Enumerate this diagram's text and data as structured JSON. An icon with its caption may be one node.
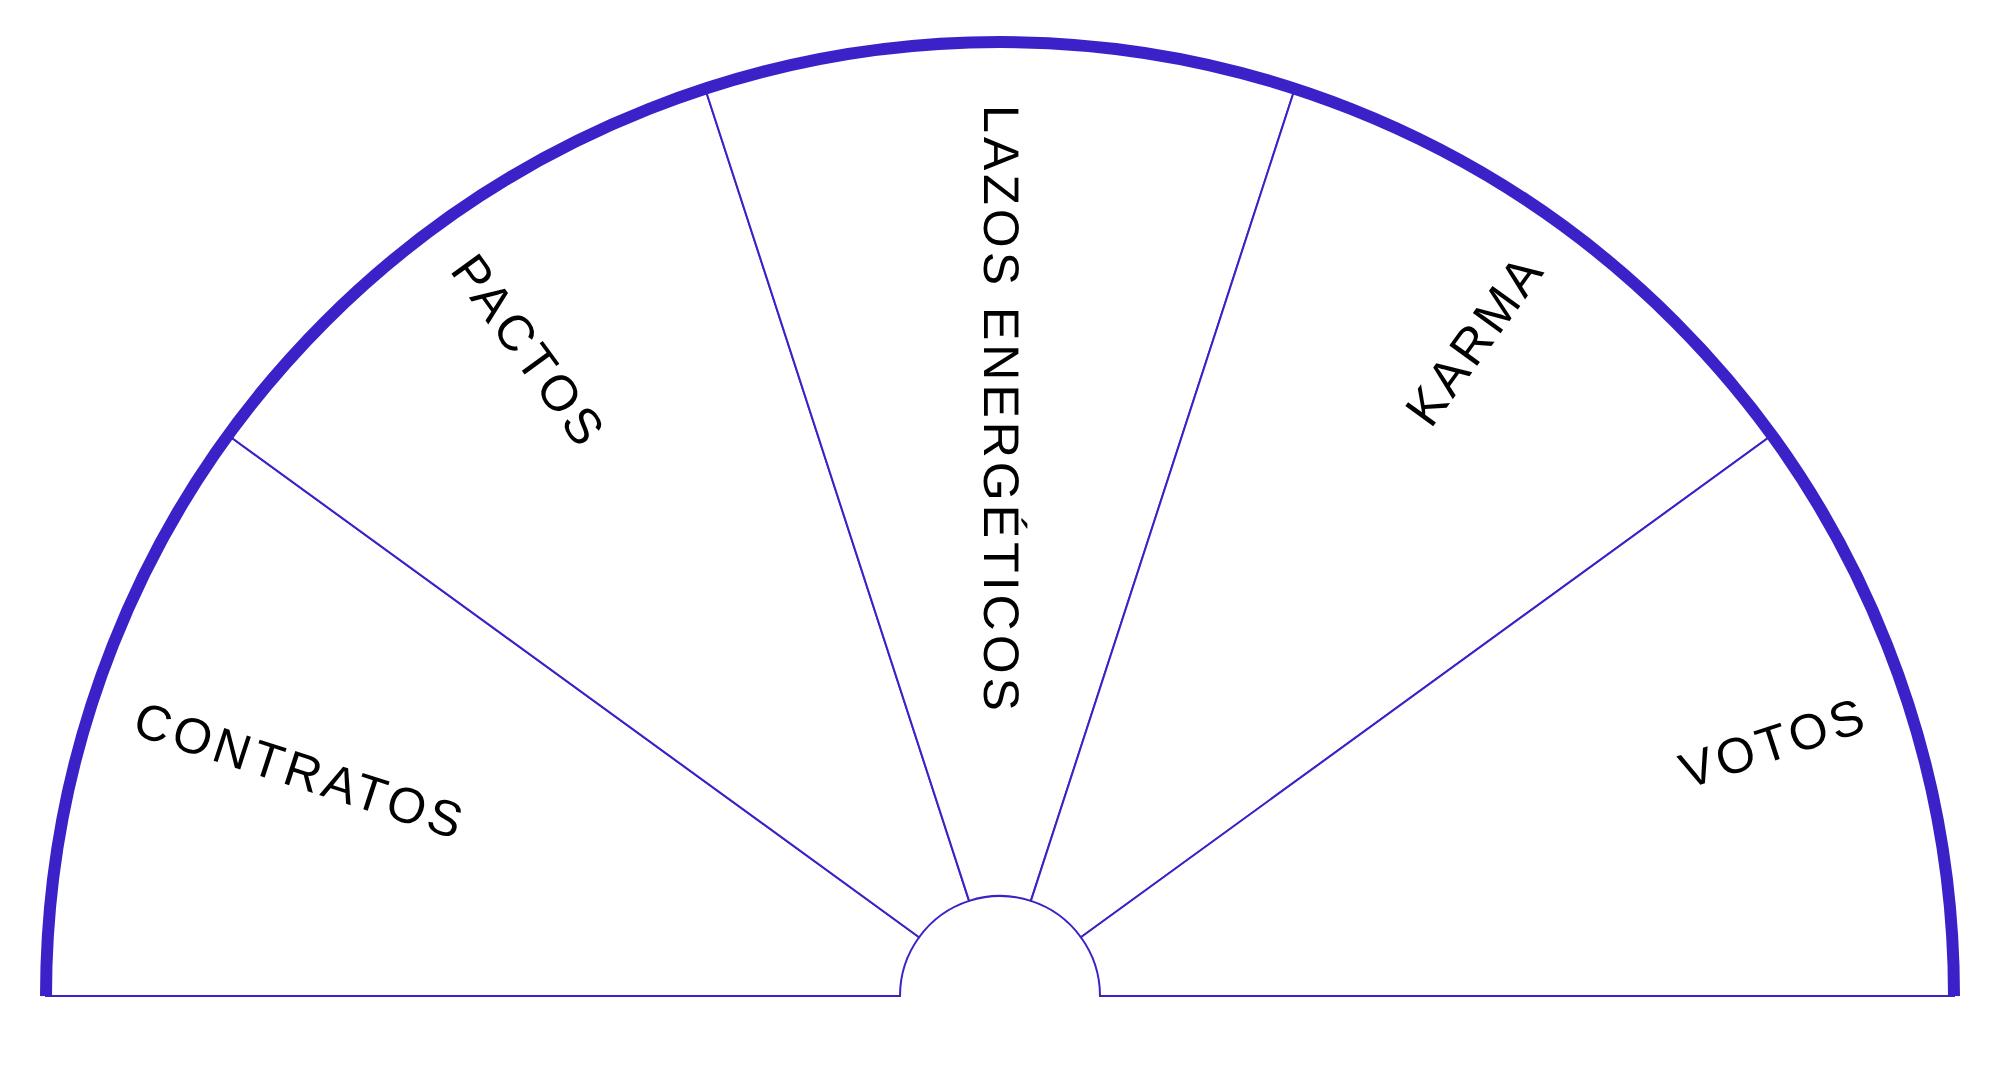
{
  "diagram": {
    "nodes": [
      {
        "text": [
          "CONTRATOS"
        ]
      },
      {
        "text": [
          "PACTOS"
        ]
      },
      {
        "text": [
          "LAZOS ENERGÉTICOS"
        ]
      },
      {
        "text": [
          "KARMA"
        ]
      },
      {
        "text": [
          "VOTOS"
        ]
      }
    ]
  }
}
